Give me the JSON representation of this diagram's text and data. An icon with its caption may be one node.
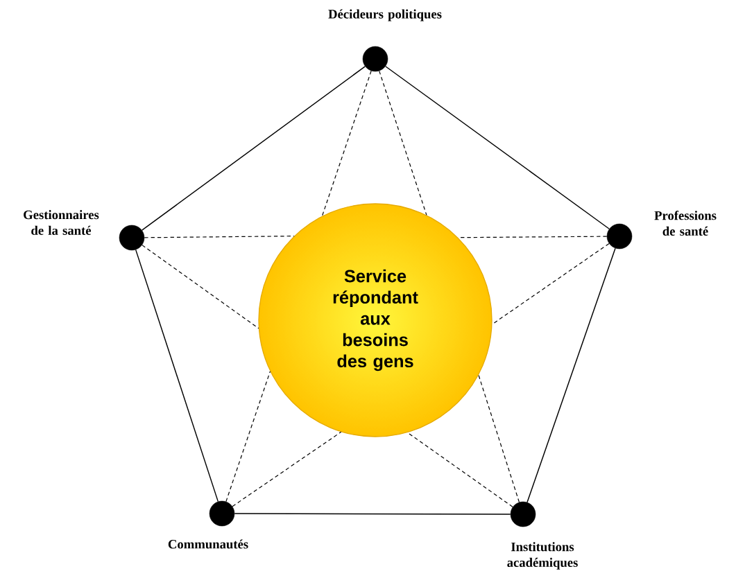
{
  "diagram": {
    "nodes": [
      {
        "text": [],
        "shape": "circle",
        "beside": [
          "Décideurs politiques"
        ]
      },
      {
        "text": [],
        "shape": "circle",
        "beside": [
          "Gestionnaires de la santé"
        ]
      },
      {
        "text": [],
        "shape": "circle",
        "beside": [
          "Professions de santé"
        ]
      },
      {
        "text": [
          "Service répondant aux besoins des gens"
        ]
      },
      {
        "text": [],
        "shape": "circle",
        "beside": [
          "Communautés"
        ]
      },
      {
        "text": [],
        "shape": "circle",
        "beside": [
          "Institutions académiques"
        ]
      }
    ],
    "edges": [
      {
        "from": 0,
        "to": 2,
        "arrow": "none"
      },
      {
        "from": 2,
        "to": 5,
        "arrow": "none"
      },
      {
        "from": 5,
        "to": 4,
        "arrow": "none"
      },
      {
        "from": 4,
        "to": 1,
        "arrow": "none"
      },
      {
        "from": 1,
        "to": 0,
        "arrow": "none"
      },
      {
        "from": 0,
        "to": 3,
        "arrow": "none",
        "style": "dashed"
      },
      {
        "from": 0,
        "to": 3,
        "arrow": "none",
        "style": "dashed"
      },
      {
        "from": 1,
        "to": 3,
        "arrow": "none",
        "style": "dashed"
      },
      {
        "from": 1,
        "to": 3,
        "arrow": "none",
        "style": "dashed"
      },
      {
        "from": 2,
        "to": 3,
        "arrow": "none",
        "style": "dashed"
      },
      {
        "from": 2,
        "to": 3,
        "arrow": "none",
        "style": "dashed"
      },
      {
        "from": 4,
        "to": 3,
        "arrow": "none",
        "style": "dashed"
      },
      {
        "from": 4,
        "to": 3,
        "arrow": "none",
        "style": "dashed"
      },
      {
        "from": 5,
        "to": 3,
        "arrow": "none",
        "style": "dashed"
      },
      {
        "from": 5,
        "to": 3,
        "arrow": "none",
        "style": "dashed"
      }
    ]
  }
}
